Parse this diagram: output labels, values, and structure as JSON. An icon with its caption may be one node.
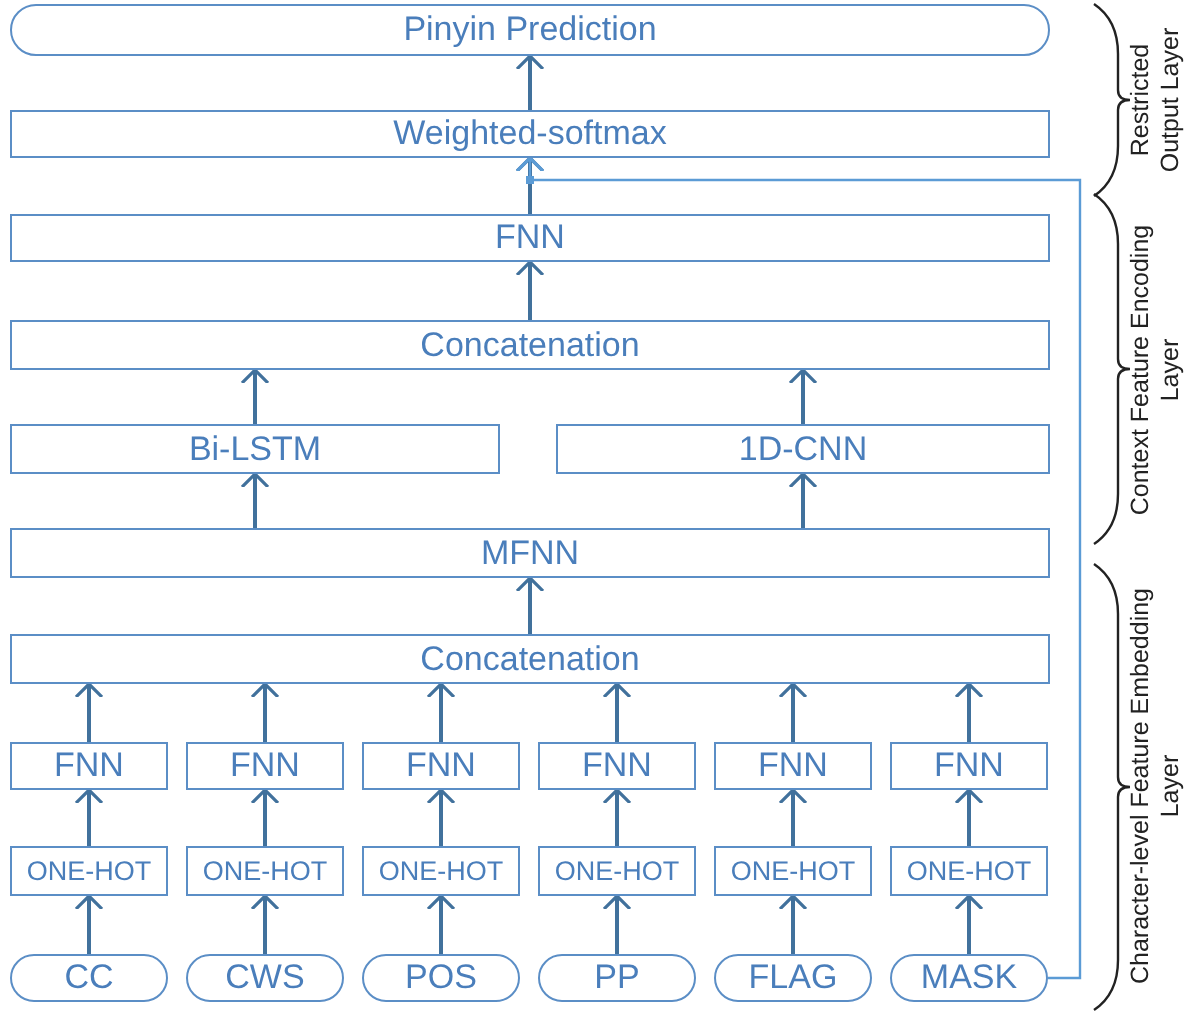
{
  "diagram": {
    "nodes": [
      {
        "text": [
          "Pinyin Prediction"
        ]
      },
      {
        "text": [
          "Weighted-softmax"
        ]
      },
      {
        "text": [
          "FNN"
        ]
      },
      {
        "text": [
          "Concatenation"
        ]
      },
      {
        "text": [
          "Bi-LSTM"
        ]
      },
      {
        "text": [
          "1D-CNN"
        ]
      },
      {
        "text": [
          "MFNN"
        ]
      },
      {
        "text": [
          "Concatenation"
        ]
      },
      {
        "text": [
          "FNN"
        ]
      },
      {
        "text": [
          "FNN"
        ]
      },
      {
        "text": [
          "FNN"
        ]
      },
      {
        "text": [
          "FNN"
        ]
      },
      {
        "text": [
          "FNN"
        ]
      },
      {
        "text": [
          "FNN"
        ]
      },
      {
        "text": [
          "ONE-HOT"
        ]
      },
      {
        "text": [
          "ONE-HOT"
        ]
      },
      {
        "text": [
          "ONE-HOT"
        ]
      },
      {
        "text": [
          "ONE-HOT"
        ]
      },
      {
        "text": [
          "ONE-HOT"
        ]
      },
      {
        "text": [
          "ONE-HOT"
        ]
      },
      {
        "text": [
          "CC"
        ]
      },
      {
        "text": [
          "CWS"
        ]
      },
      {
        "text": [
          "POS"
        ]
      },
      {
        "text": [
          "PP"
        ]
      },
      {
        "text": [
          "FLAG"
        ]
      },
      {
        "text": [
          "MASK"
        ]
      }
    ],
    "edges": [
      {
        "from": 1,
        "to": 0,
        "arrow": "to"
      },
      {
        "from": 2,
        "to": 1,
        "arrow": "to"
      },
      {
        "from": 3,
        "to": 2,
        "arrow": "to"
      },
      {
        "from": 4,
        "to": 3,
        "arrow": "to"
      },
      {
        "from": 5,
        "to": 3,
        "arrow": "to"
      },
      {
        "from": 6,
        "to": 4,
        "arrow": "to"
      },
      {
        "from": 6,
        "to": 5,
        "arrow": "to"
      },
      {
        "from": 7,
        "to": 6,
        "arrow": "to"
      },
      {
        "from": 8,
        "to": 7,
        "arrow": "to"
      },
      {
        "from": 9,
        "to": 7,
        "arrow": "to"
      },
      {
        "from": 10,
        "to": 7,
        "arrow": "to"
      },
      {
        "from": 11,
        "to": 7,
        "arrow": "to"
      },
      {
        "from": 12,
        "to": 7,
        "arrow": "to"
      },
      {
        "from": 13,
        "to": 7,
        "arrow": "to"
      },
      {
        "from": 14,
        "to": 8,
        "arrow": "to"
      },
      {
        "from": 15,
        "to": 9,
        "arrow": "to"
      },
      {
        "from": 16,
        "to": 10,
        "arrow": "to"
      },
      {
        "from": 17,
        "to": 11,
        "arrow": "to"
      },
      {
        "from": 18,
        "to": 12,
        "arrow": "to"
      },
      {
        "from": 19,
        "to": 13,
        "arrow": "to"
      },
      {
        "from": 20,
        "to": 14,
        "arrow": "to"
      },
      {
        "from": 21,
        "to": 15,
        "arrow": "to"
      },
      {
        "from": 22,
        "to": 16,
        "arrow": "to"
      },
      {
        "from": 23,
        "to": 17,
        "arrow": "to"
      },
      {
        "from": 24,
        "to": 18,
        "arrow": "to"
      },
      {
        "from": 25,
        "to": 19,
        "arrow": "to"
      },
      {
        "from": 25,
        "to": 1,
        "arrow": "to",
        "color": "#5b9bd5"
      }
    ],
    "labels": [
      "Restricted Output Layer",
      "Context Feature Encoding Layer",
      "Character-level Feature Embedding Layer"
    ]
  }
}
